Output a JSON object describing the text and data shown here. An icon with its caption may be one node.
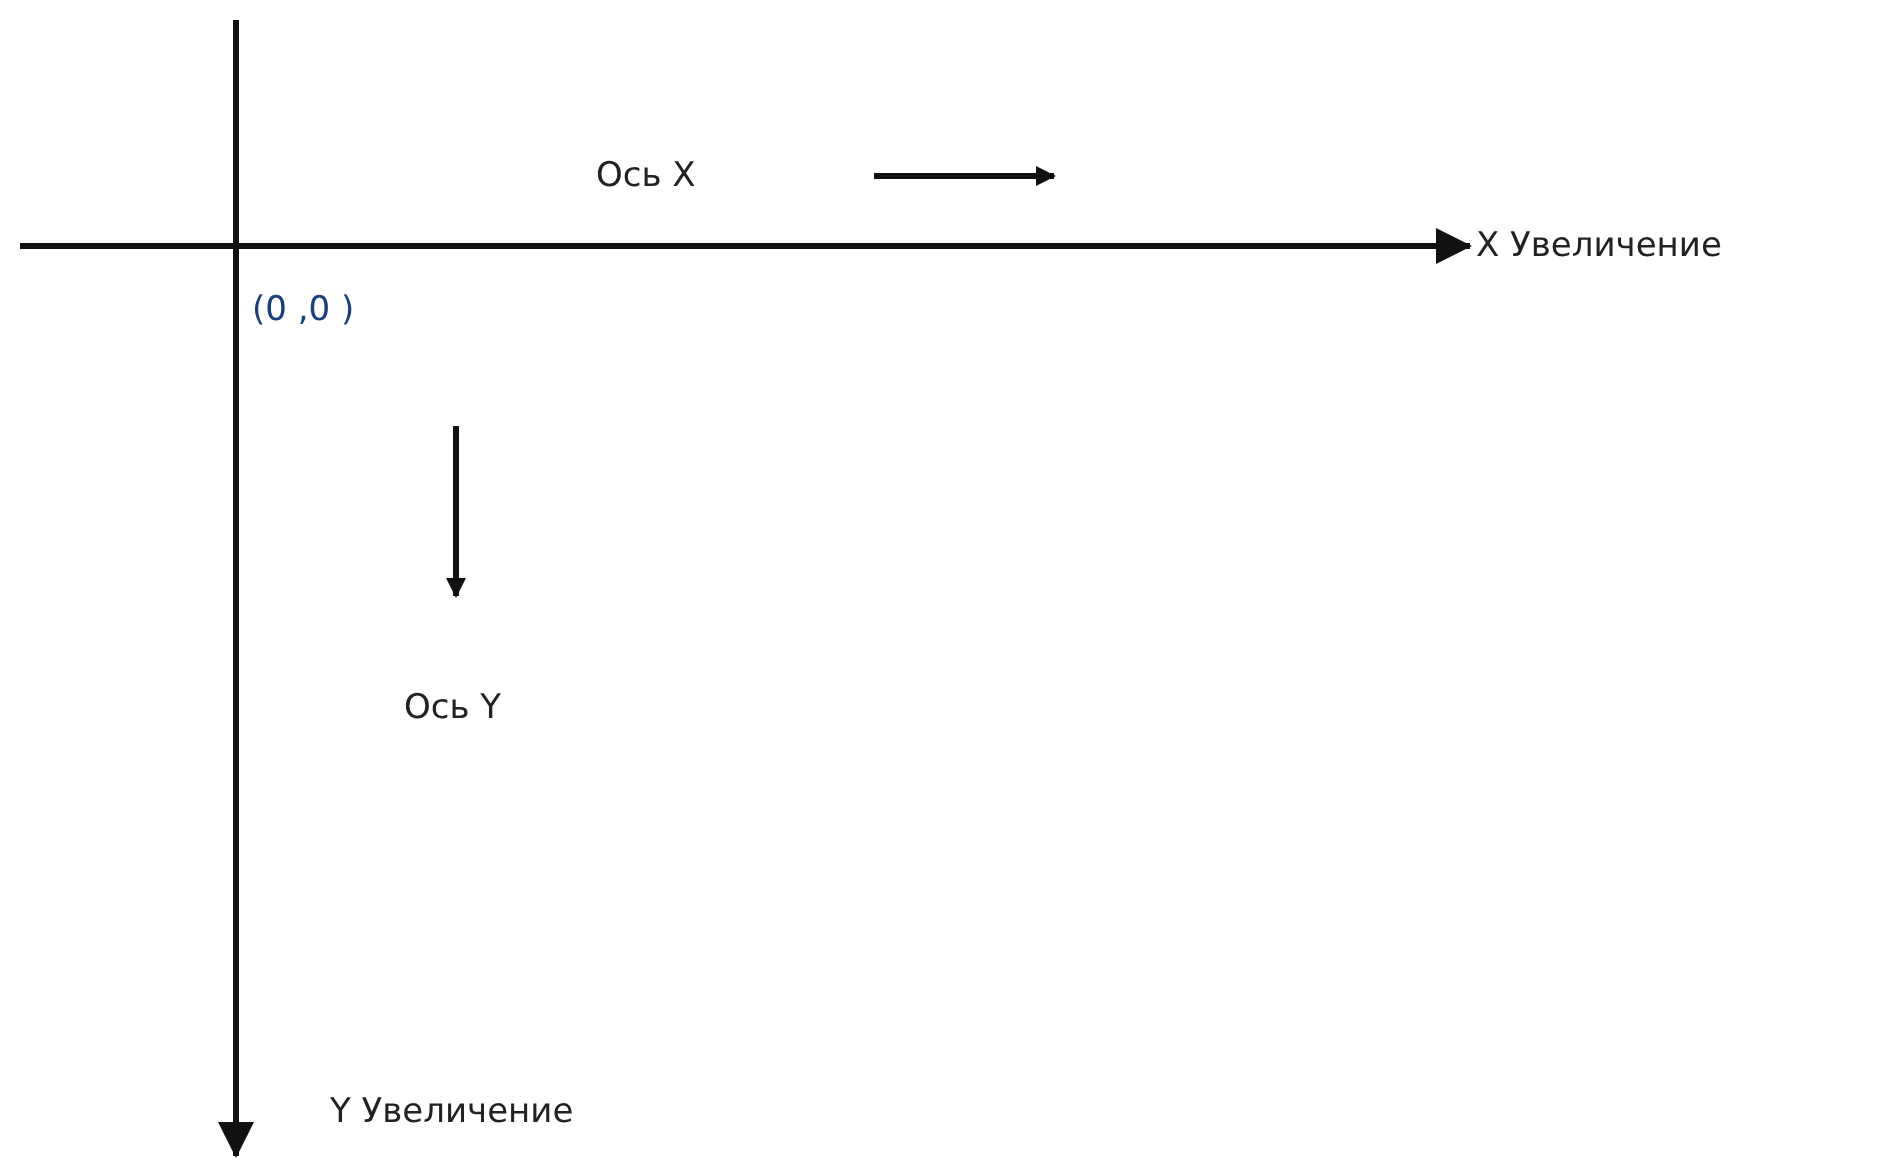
{
  "diagram": {
    "labels": [
      "Ось X",
      "X Увеличение",
      "(0 ,0 )",
      "Ось Y",
      "Y Увеличение"
    ]
  }
}
